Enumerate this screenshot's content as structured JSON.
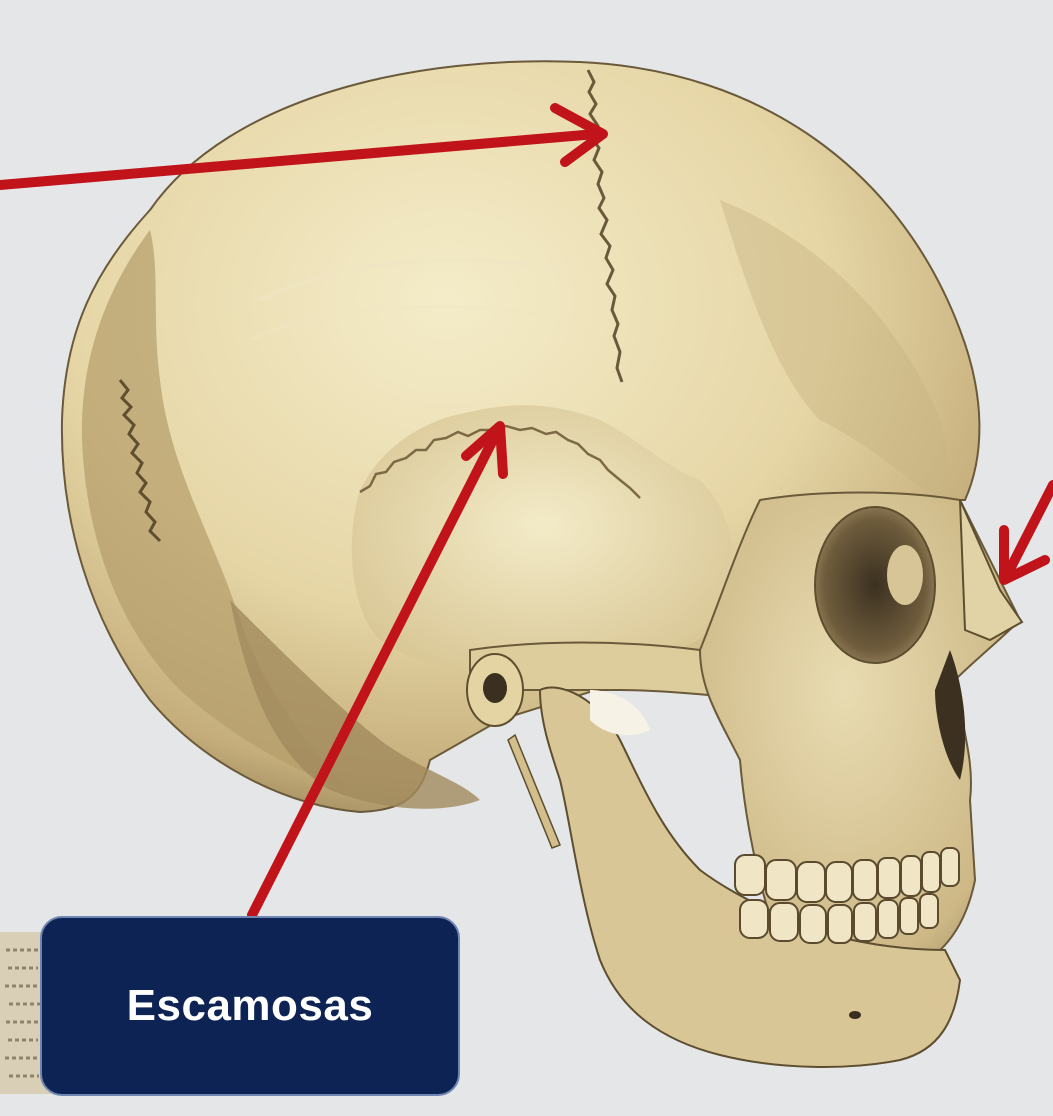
{
  "label": {
    "text": "Escamosas"
  },
  "colors": {
    "background": "#e4e6e8",
    "bone": "#e8dbb2",
    "bone_shadow": "#8d7a52",
    "arrow": "#c0141a",
    "label_fill": "#0c2354"
  },
  "icons": [
    "skull-illustration",
    "arrow-sagittal-suture",
    "arrow-squamous-suture",
    "arrow-nasal"
  ]
}
